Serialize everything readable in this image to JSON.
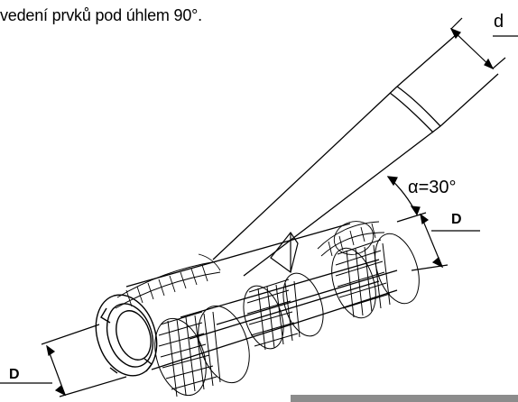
{
  "caption": "vedení prvků pod úhlem 90°.",
  "labels": {
    "pipe_diameter": "d",
    "angle": "α=30°",
    "main_diameter_right": "D",
    "main_diameter_left": "D"
  },
  "colors": {
    "line": "#000000",
    "footer_bar": "#8c8c8c"
  }
}
